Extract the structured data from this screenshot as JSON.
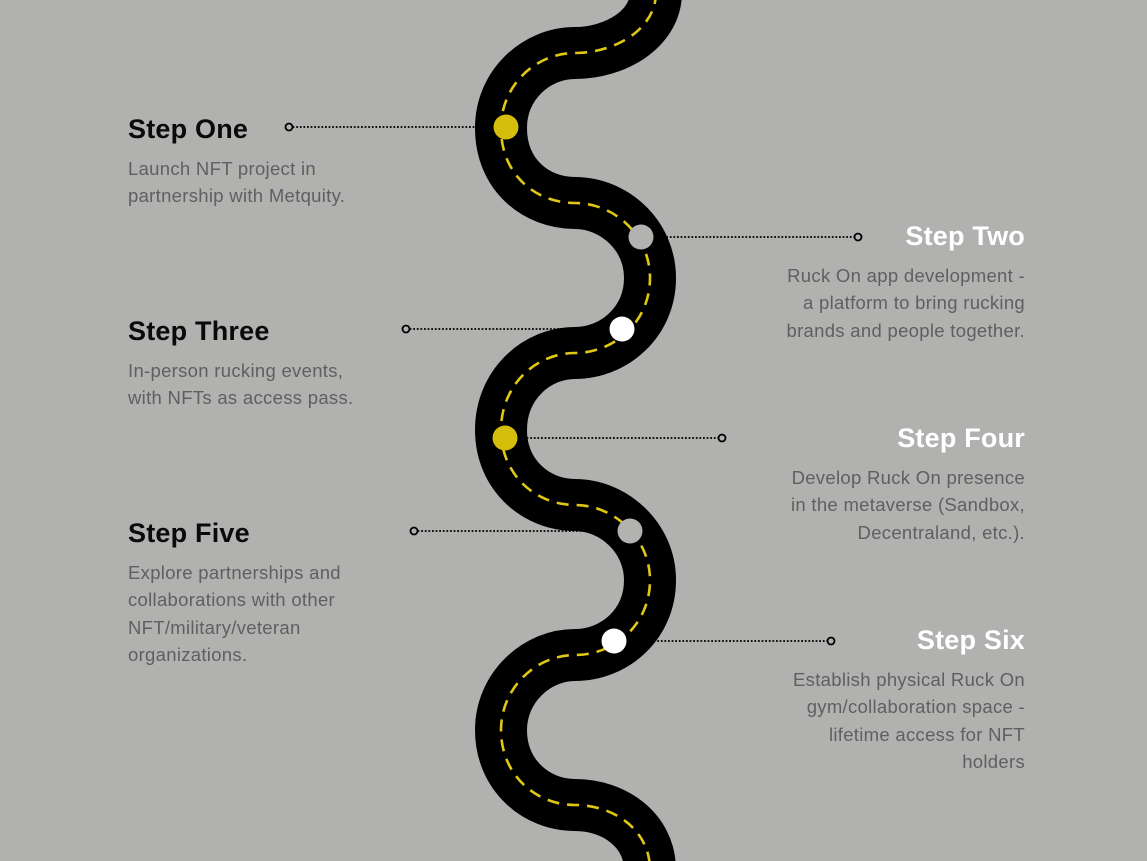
{
  "colors": {
    "background": "#b1b2b0",
    "road": "#000000",
    "lane_marking": "#e0c714",
    "marker_yellow": "#d4bd0b",
    "marker_gray": "#b2b3b1",
    "marker_white": "#ffffff",
    "connector": "#000000"
  },
  "steps": [
    {
      "title": "Step One",
      "description": "Launch NFT project in partnership with Metquity.",
      "marker": "yellow"
    },
    {
      "title": "Step Two",
      "description": "Ruck On app development - a platform to bring rucking brands and people together.",
      "marker": "gray"
    },
    {
      "title": "Step Three",
      "description": "In-person rucking events, with NFTs as access pass.",
      "marker": "white"
    },
    {
      "title": "Step Four",
      "description": "Develop Ruck On presence in the metaverse (Sandbox, Decentraland, etc.).",
      "marker": "yellow"
    },
    {
      "title": "Step Five",
      "description": "Explore partnerships and collaborations with other NFT/military/veteran organizations.",
      "marker": "gray"
    },
    {
      "title": "Step Six",
      "description": "Establish physical Ruck On gym/collaboration space - lifetime access for NFT holders",
      "marker": "white"
    }
  ]
}
